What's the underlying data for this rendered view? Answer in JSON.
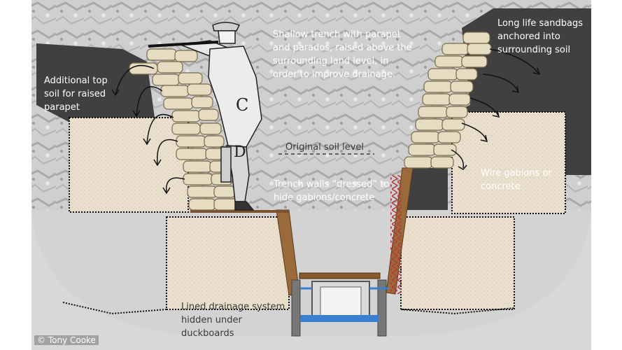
{
  "colors": {
    "background_photo": "#c9c9c9",
    "dark_soil": "#404040",
    "gabion_fill": "#e9dfcc",
    "trench_ground": "#d3d3d3",
    "sandbag": "#e6dcc2",
    "timber": "#9a6a3a",
    "drain_water": "#3b7fd1",
    "label_white": "#ffffff",
    "label_dark": "#3a3a3a"
  },
  "labels": {
    "additional_top_soil": [
      "Additional top",
      "soil for raised",
      "parapet"
    ],
    "shallow_trench": [
      "Shallow trench with parapet",
      "and parados, raised above the",
      "surrounding land level, in",
      "order to improve drainage."
    ],
    "long_life_sandbags": [
      "Long life sandbags",
      "anchored into",
      "surrounding soil"
    ],
    "original_soil_level": "Original soil level",
    "wire_gabions": [
      "Wire gabions or",
      "concrete"
    ],
    "trench_walls": [
      "Trench walls “dressed” to",
      "hide gabions/concrete"
    ],
    "lined_drainage": [
      "Lined drainage system",
      "hidden under",
      "duckboards"
    ],
    "soldier_chest_letter": "C",
    "soldier_leg_letter": "D",
    "credit": "© Tony Cooke"
  },
  "icons": [
    "soldier-figure",
    "rifle-icon",
    "sandbag-icon",
    "gabion-icon",
    "duckboard-icon",
    "drain-icon"
  ]
}
